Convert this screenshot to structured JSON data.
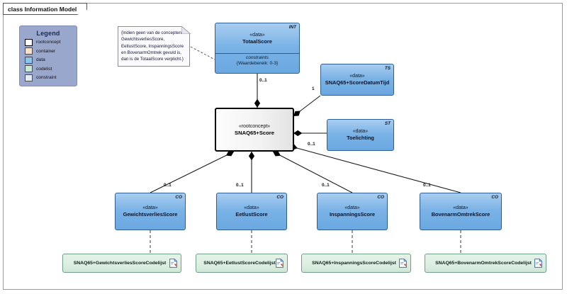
{
  "diagram": {
    "frame_label": "class Information Model",
    "legend": {
      "title": "Legend",
      "items": [
        {
          "label": "rootconcept",
          "color": "#ffffff"
        },
        {
          "label": "container",
          "color": "#fbe0c8"
        },
        {
          "label": "data",
          "color": "#8ec3ea"
        },
        {
          "label": "codelist",
          "color": "#c9e8d6"
        },
        {
          "label": "constraint",
          "color": "#e6e9f6"
        }
      ]
    },
    "note": {
      "lines": [
        "{Indien geen van de concepten",
        "GewichtsverliesScore,",
        "EetlustScore, InspanningsScore",
        "en BovenarmOmtrek gevuld is,",
        "dan is de TotaalScore verplicht.}"
      ]
    },
    "classes": [
      {
        "id": "totaalscore",
        "stereotype": "«data»",
        "name": "TotaalScore",
        "corner": "INT",
        "compartment_title": "constraints",
        "compartment_value": "{Waardebereik: 0-3}"
      },
      {
        "id": "rootconcept",
        "stereotype": "«rootconcept»",
        "name": "SNAQ65+Score",
        "corner": ""
      },
      {
        "id": "scoredatumtijd",
        "stereotype": "«data»",
        "name": "SNAQ65+ScoreDatumTijd",
        "corner": "TS"
      },
      {
        "id": "toelichting",
        "stereotype": "«data»",
        "name": "Toelichting",
        "corner": "ST"
      },
      {
        "id": "gewichtsverlies",
        "stereotype": "«data»",
        "name": "GewichtsverliesScore",
        "corner": "CO"
      },
      {
        "id": "eetlust",
        "stereotype": "«data»",
        "name": "EetlustScore",
        "corner": "CO"
      },
      {
        "id": "inspannings",
        "stereotype": "«data»",
        "name": "InspanningsScore",
        "corner": "CO"
      },
      {
        "id": "bovenarm",
        "stereotype": "«data»",
        "name": "BovenarmOmtrekScore",
        "corner": "CO"
      }
    ],
    "codelists": [
      {
        "id": "cl-gewichtsverlies",
        "name": "SNAQ65+GewichtsverliesScoreCodelijst",
        "icon": "document-icon"
      },
      {
        "id": "cl-eetlust",
        "name": "SNAQ65+EetlustScoreCodelijst",
        "icon": "document-icon"
      },
      {
        "id": "cl-inspannings",
        "name": "SNAQ65+InspanningsScoreCodelijst",
        "icon": "document-icon"
      },
      {
        "id": "cl-bovenarm",
        "name": "SNAQ65+BovenarmOmtrekScoreCodelijst",
        "icon": "document-icon"
      }
    ],
    "multiplicities": {
      "totaalscore": "0..1",
      "scoredatumtijd": "1",
      "toelichting": "0..1",
      "gewichtsverlies": "0..1",
      "eetlust": "0..1",
      "inspannings": "0..1",
      "bovenarm": "0..1"
    },
    "colors": {
      "data_fill": "#79b2e6",
      "data_border": "#2e5f94",
      "codelist_fill": "#dcefe2",
      "codelist_border": "#6f9f87",
      "legend_bg": "#9aa7cd",
      "root_border": "#000000"
    }
  }
}
